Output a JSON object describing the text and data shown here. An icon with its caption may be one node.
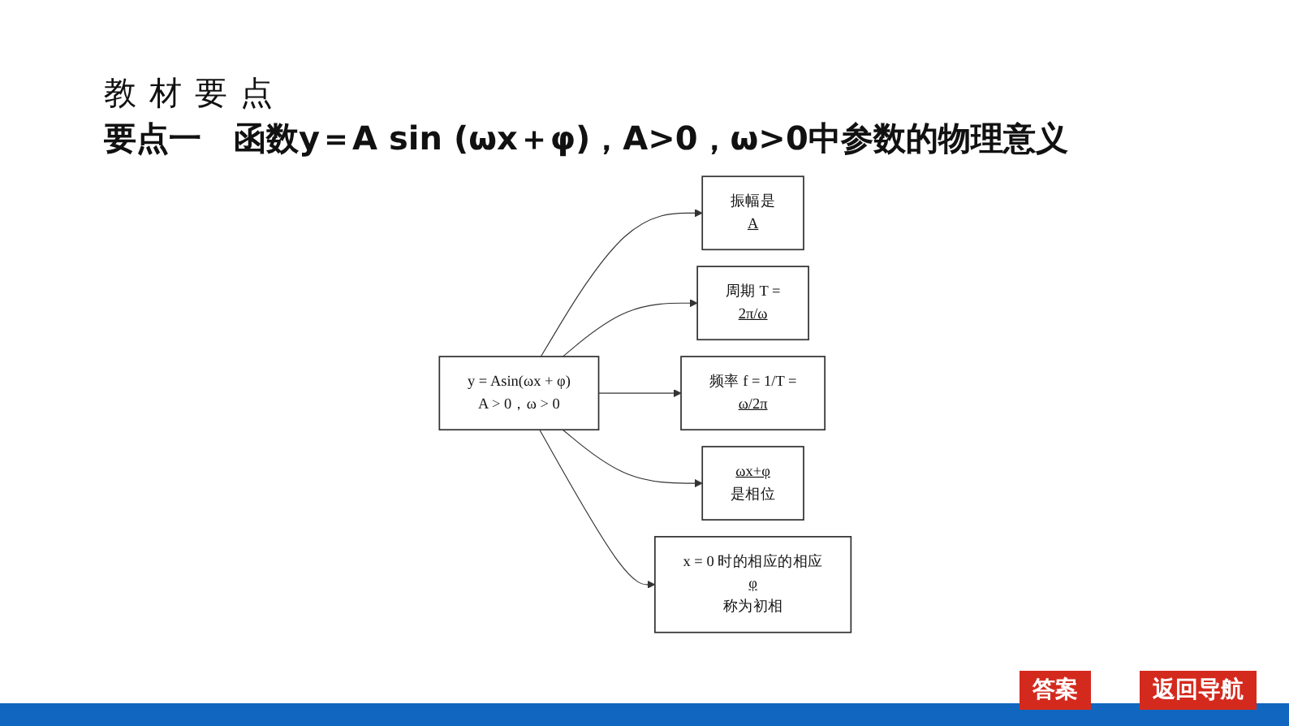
{
  "diagram": {
    "title": "教材要点",
    "nodes": [
      {
        "text": [
          "振幅是",
          "A"
        ]
      },
      {
        "text": [
          "周期 T =",
          "2π/ω"
        ]
      },
      {
        "text": [
          "频率 f = 1/T =",
          "ω/2π"
        ]
      },
      {
        "text": [
          "y = Asin(ωx + φ)",
          "A > 0，ω > 0"
        ]
      },
      {
        "text": [
          "ωx+φ",
          "是相位"
        ]
      },
      {
        "text": [
          "x = 0 时的相应的相应",
          "φ",
          "称为初相"
        ]
      }
    ],
    "edges": [
      {
        "from": 3,
        "to": 0,
        "arrow": "to"
      },
      {
        "from": 3,
        "to": 1,
        "arrow": "to"
      },
      {
        "from": 3,
        "to": 2,
        "arrow": "to"
      },
      {
        "from": 3,
        "to": 4,
        "arrow": "to"
      },
      {
        "from": 3,
        "to": 5,
        "arrow": "to"
      }
    ],
    "labels": [
      "要点一　函数y＝A sin (ωx＋φ)，A>0，ω>0中参数的物理意义",
      "答案",
      "返回导航"
    ]
  }
}
